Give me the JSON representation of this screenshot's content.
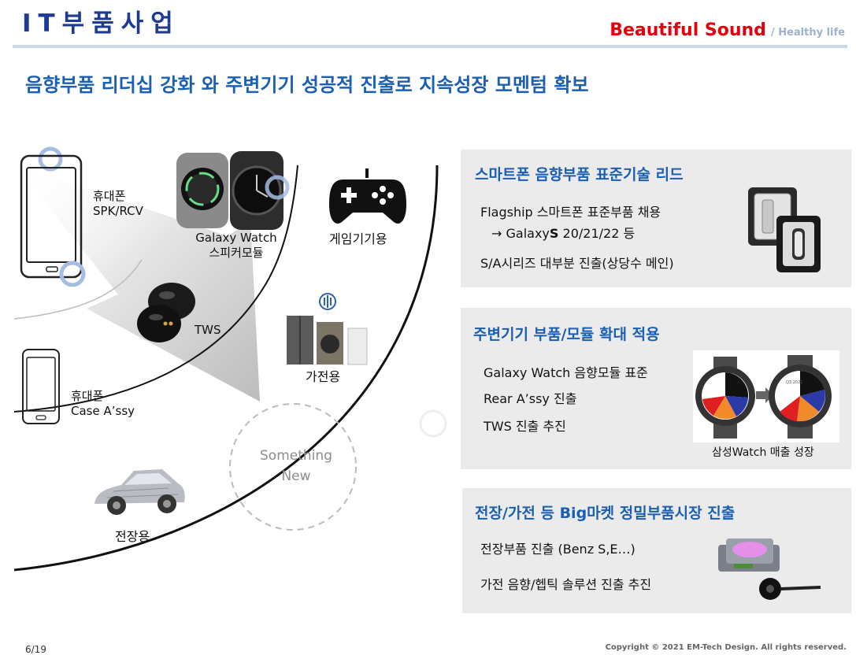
{
  "header": {
    "title": "IT부품사업",
    "tagline_main": "Beautiful Sound",
    "tagline_sub": "/ Healthy life"
  },
  "headline": "음향부품 리더십 강화 와  주변기기 성공적 진출로  지속성장 모멘텀 확보",
  "diagram": {
    "phone1_label_line1": "휴대폰",
    "phone1_label_line2": "SPK/RCV",
    "watch_label_line1": "Galaxy Watch",
    "watch_label_line2": "스피커모듈",
    "gaming_label": "게임기기용",
    "tws_label": "TWS",
    "appliance_label": "가전용",
    "phone2_label_line1": "휴대폰",
    "phone2_label_line2": "Case A’ssy",
    "new_label_line1": "Something",
    "new_label_line2": "New",
    "car_label": "전장용"
  },
  "panels": [
    {
      "title": "스마트폰 음향부품 표준기술 리드",
      "line1": "Flagship 스마트폰 표준부품 채용",
      "line2_arrow": "→ Galaxy",
      "line2_bold": "S",
      "line2_rest": " 20/21/22 등",
      "line3": "S/A시리즈 대부분 진출(상당수 메인)"
    },
    {
      "title": "주변기기 부품/모듈 확대 적용",
      "line1": "Galaxy Watch 음향모듈 표준",
      "line2": "Rear A’ssy 진출",
      "line3": "TWS 진출 추진",
      "caption": "삼성Watch 매출 성장",
      "watch_face_text": "Q3 2021"
    },
    {
      "title": "전장/가전 등 Big마켓 정밀부품시장 진출",
      "line1": "전장부품 진출 (Benz S,E…)",
      "line2": "가전 음향/헵틱 솔루션 진출 추진"
    }
  ],
  "colors": {
    "brand_blue": "#1f3a93",
    "headline_blue": "#1b5fb3",
    "accent_red": "#e6000d",
    "panel_bg": "#ebebeb"
  },
  "footer": {
    "page": "6/19",
    "copyright": "Copyright © 2021 EM-Tech Design. All rights reserved."
  }
}
